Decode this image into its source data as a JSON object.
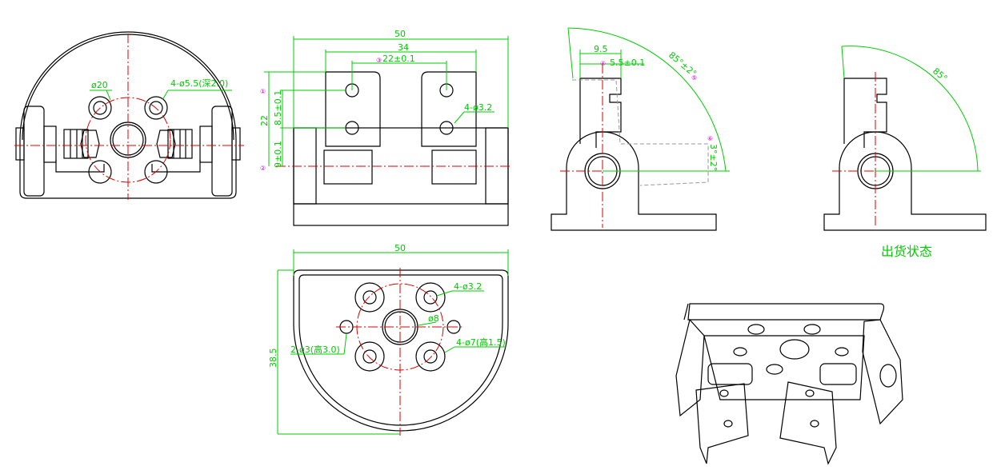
{
  "front_view": {
    "dim_bolt_circle": "ø20",
    "dim_holes": "4-ø5.5(深2.0)"
  },
  "top_view": {
    "dim_width": "50",
    "dim_tab_span": "34",
    "dim_hole_pitch": "22±0.1",
    "dim_height": "22",
    "dim_hole_vert": "8.5±0.1",
    "dim_hole_base": "9±0.1",
    "dim_tab_holes": "4-ø3.2",
    "markers": [
      "①",
      "②",
      "③"
    ]
  },
  "side_view_open": {
    "dim_tab_width": "9.5",
    "dim_offset": "5.5±0.1",
    "dim_angle": "85°±2°",
    "dim_small_angle": "3°±2°",
    "markers": [
      "④",
      "⑤",
      "⑥"
    ]
  },
  "side_view_shipped": {
    "dim_angle": "85°",
    "caption": "出货状态"
  },
  "bottom_view": {
    "dim_width": "50",
    "dim_depth": "38.5",
    "dim_holes_small": "4-ø3.2",
    "dim_center": "ø8",
    "dim_side_holes": "2-ø3(高3.0)",
    "dim_bosses": "4-ø7(高1.5)"
  }
}
